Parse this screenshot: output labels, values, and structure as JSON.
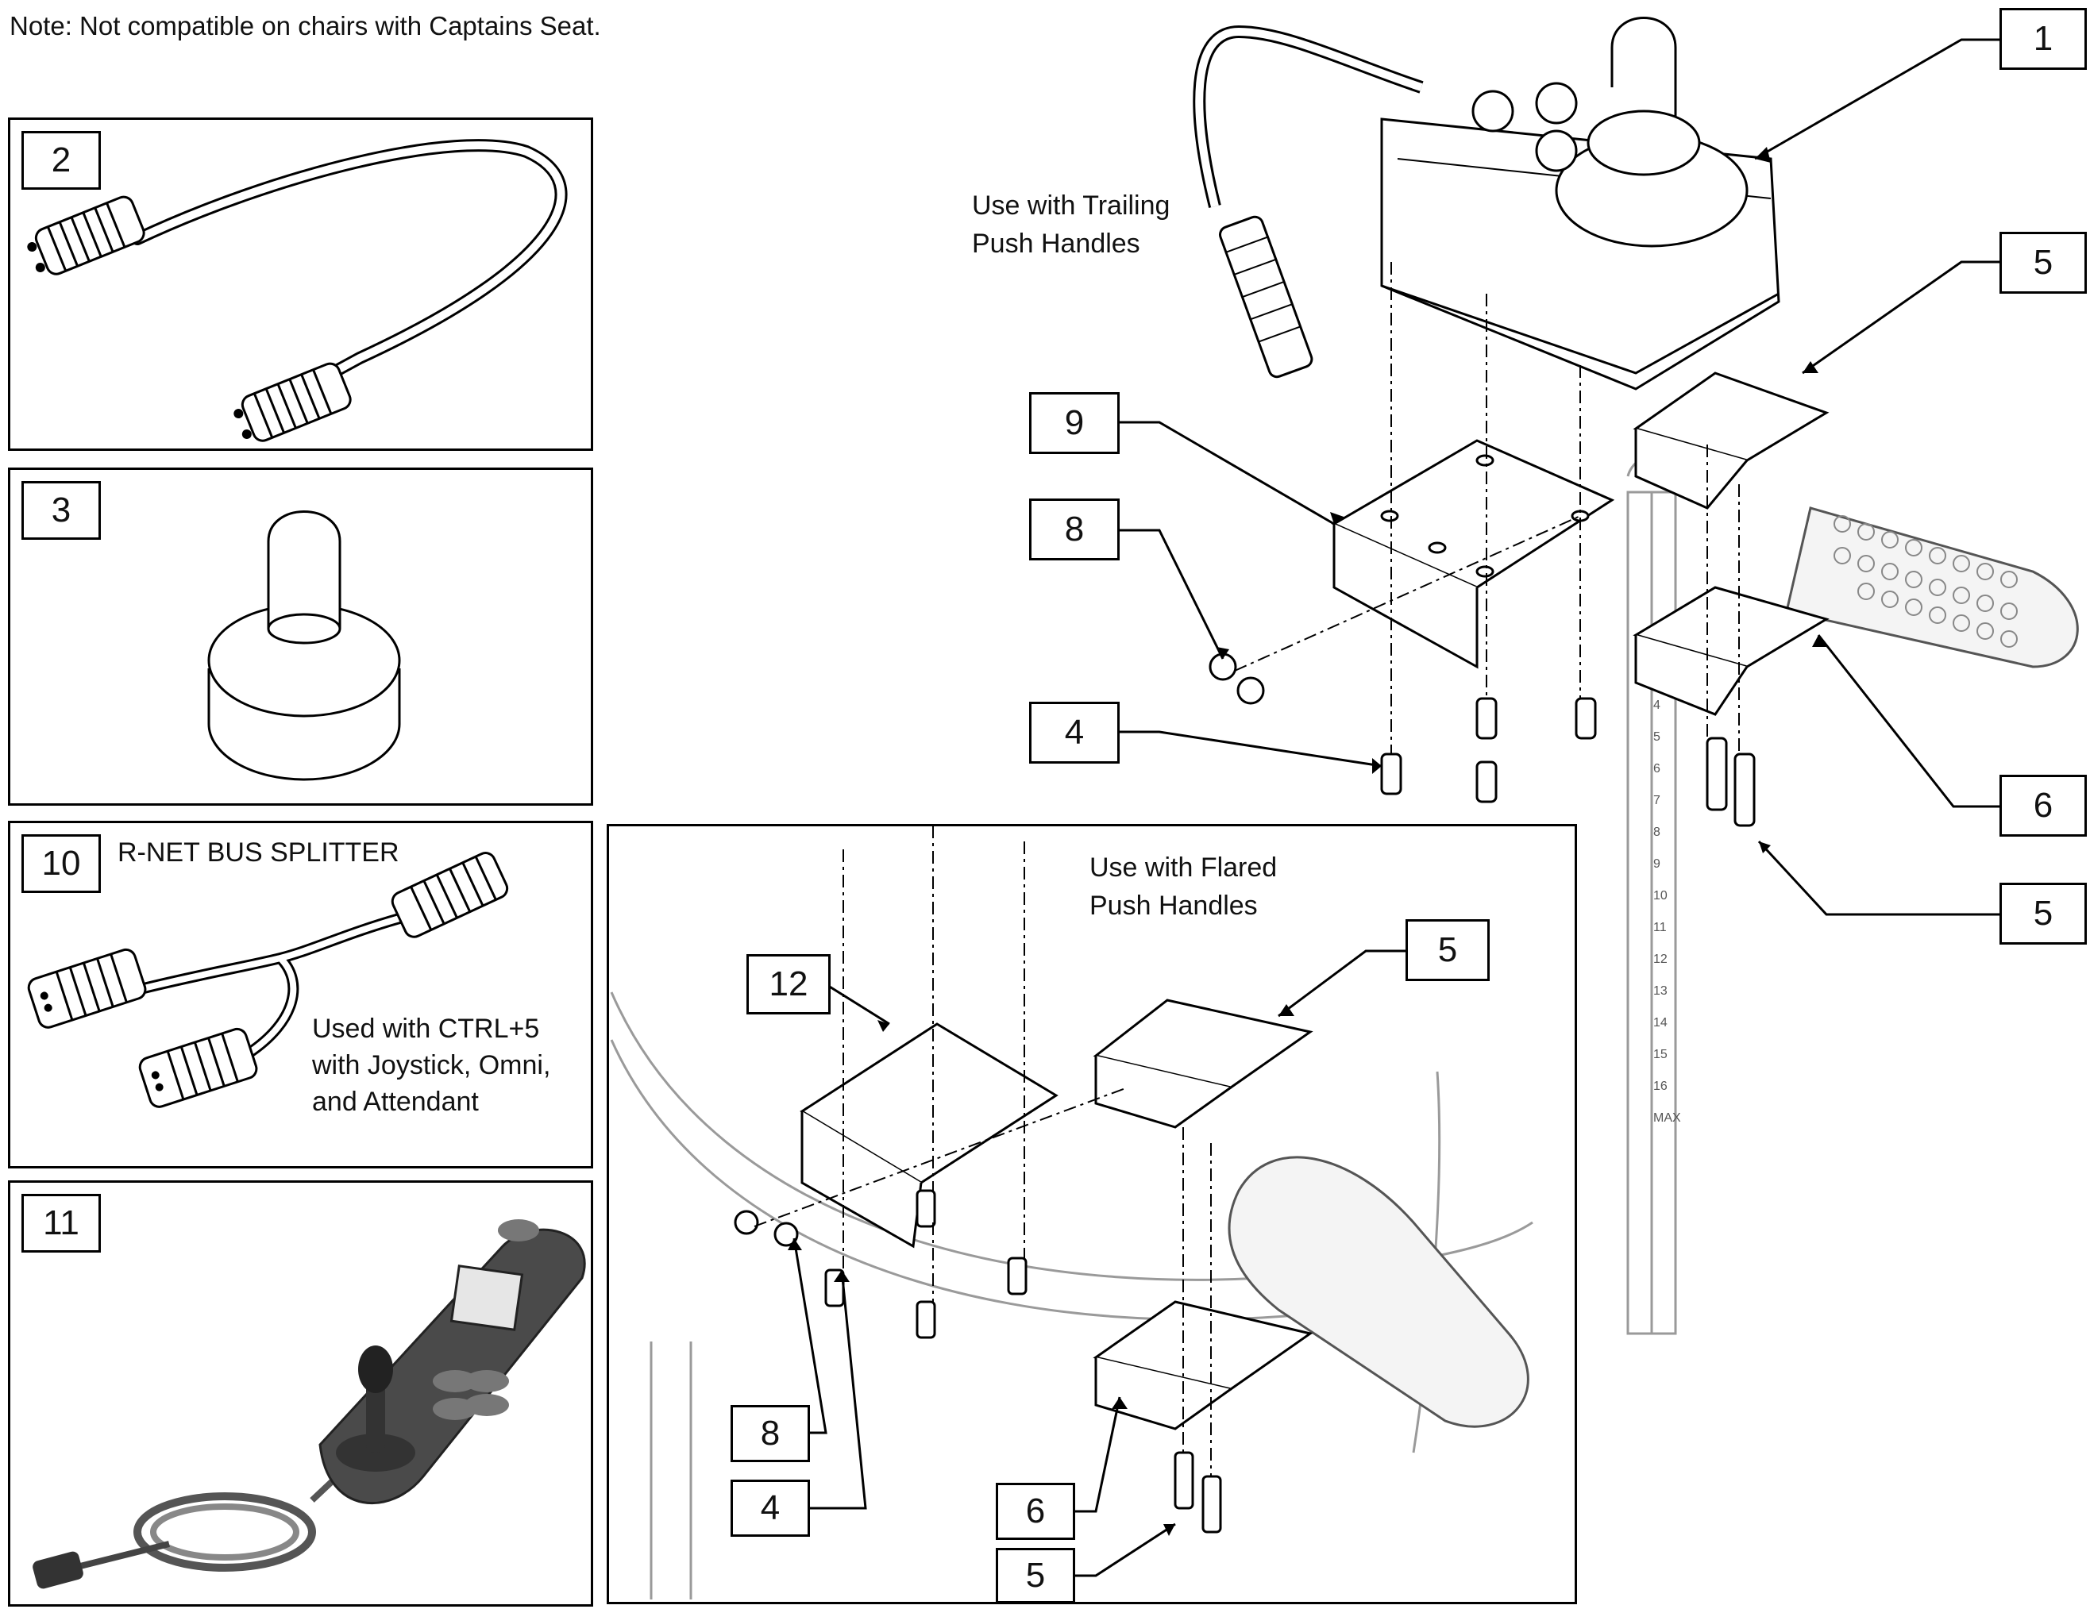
{
  "note": "Note: Not compatible on chairs with Captains Seat.",
  "panels": {
    "p2": {
      "number": "2"
    },
    "p3": {
      "number": "3"
    },
    "p10": {
      "number": "10",
      "title": "R-NET BUS SPLITTER",
      "lines": [
        "Used with CTRL+5",
        "with Joystick, Omni,",
        "and Attendant"
      ]
    },
    "p11": {
      "number": "11"
    }
  },
  "main": {
    "trailing_label": [
      "Use with Trailing",
      "Push Handles"
    ],
    "flared_label": [
      "Use with Flared",
      "Push Handles"
    ]
  },
  "callouts": {
    "c1": "1",
    "c5a": "5",
    "c9": "9",
    "c8a": "8",
    "c4a": "4",
    "c6a": "6",
    "c5b": "5",
    "c5c": "5",
    "c12": "12",
    "c8b": "8",
    "c4b": "4",
    "c6b": "6",
    "c5d": "5"
  },
  "ruler_marks": [
    "4",
    "5",
    "6",
    "7",
    "8",
    "9",
    "10",
    "11",
    "12",
    "13",
    "14",
    "15",
    "16"
  ],
  "ruler_max": "MAX",
  "colors": {
    "line": "#000000",
    "ghost": "#9a9a9a",
    "controller": "#4a4a4a"
  }
}
